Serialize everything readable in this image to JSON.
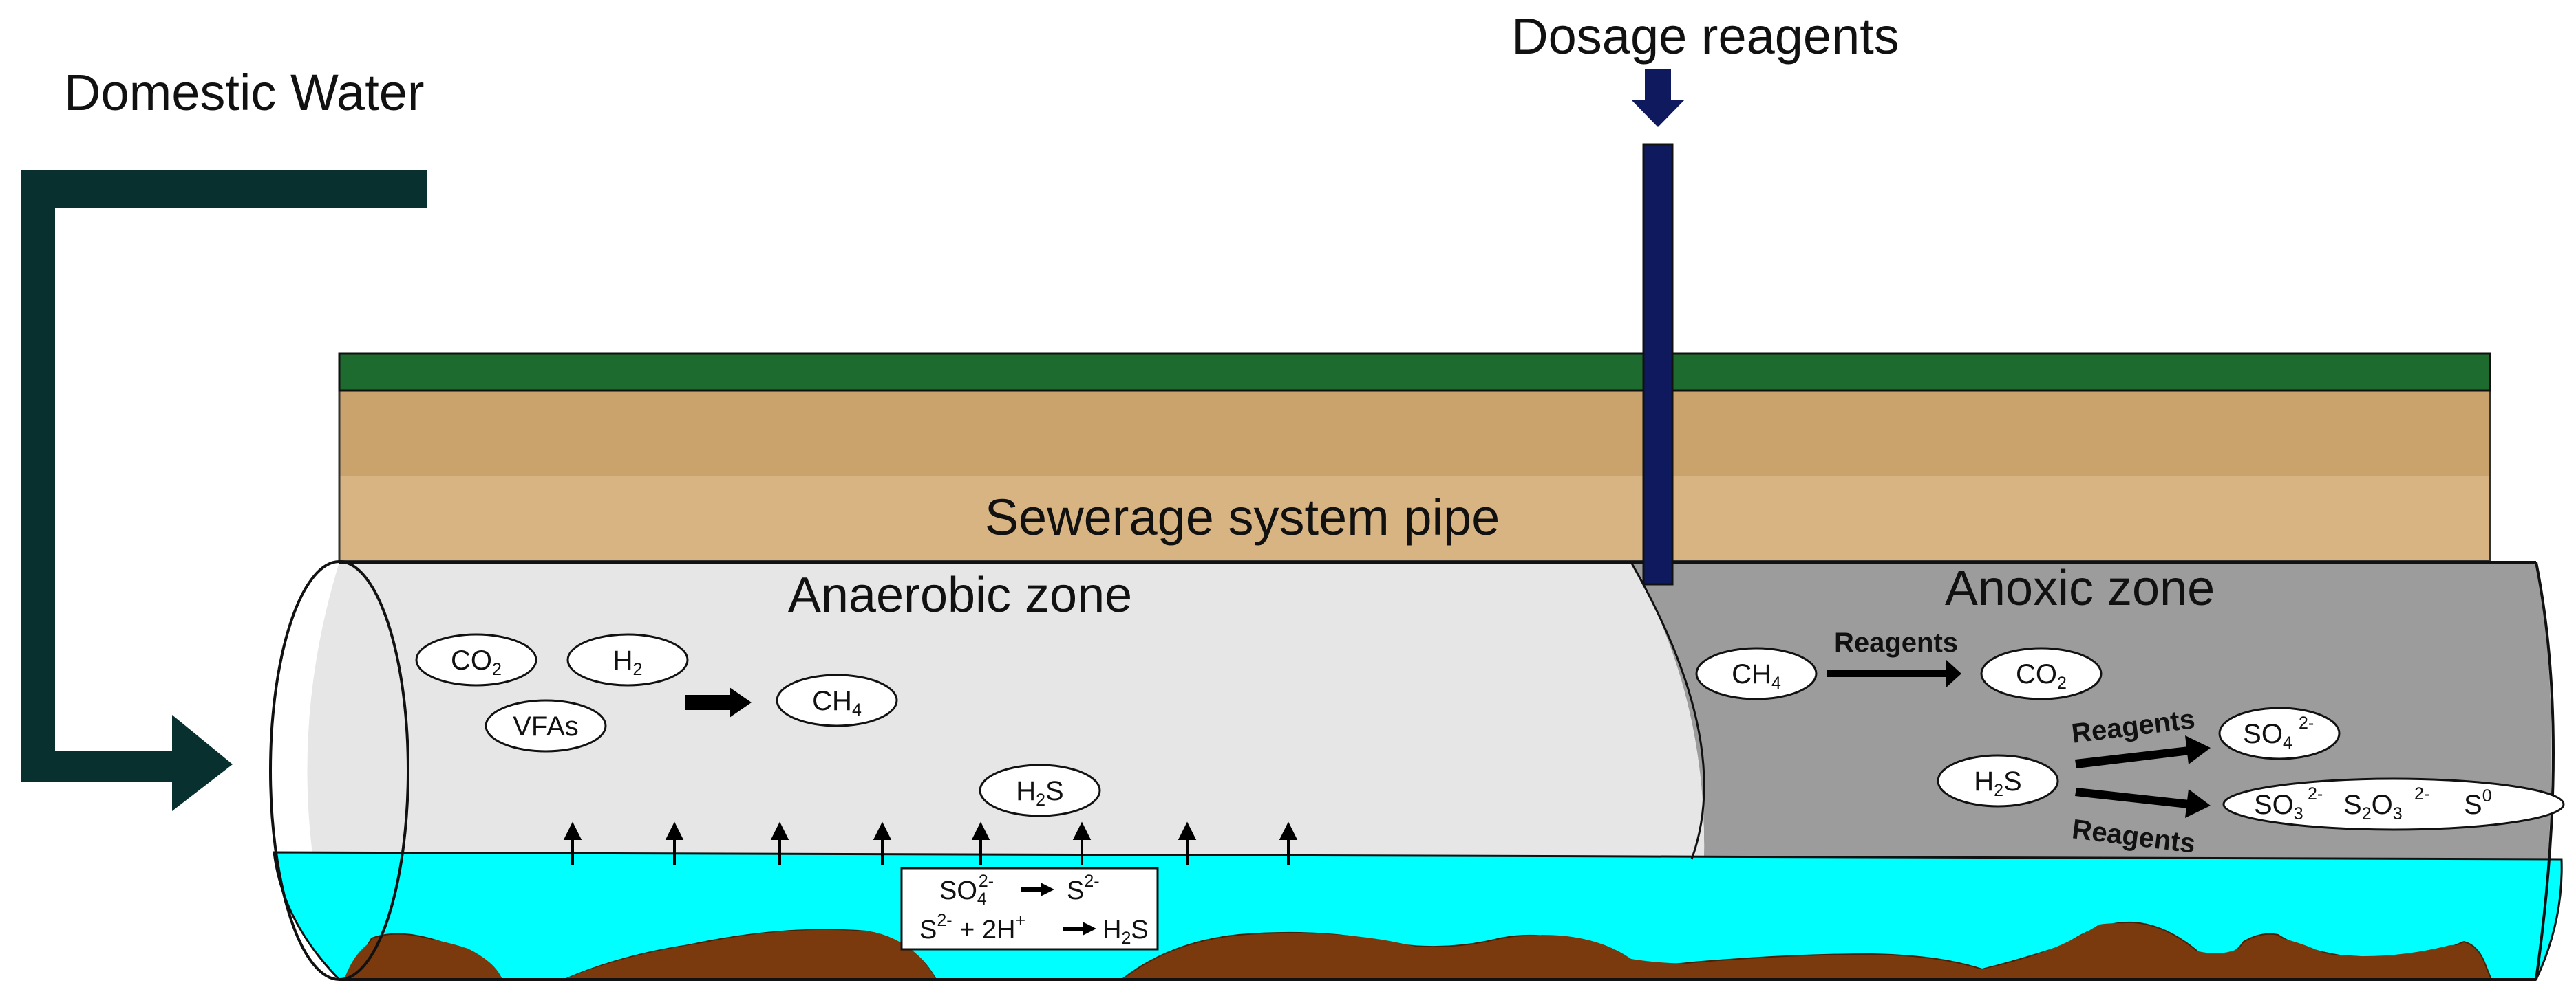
{
  "labels": {
    "domestic_water": "Domestic Water",
    "dosage_reagents": "Dosage reagents",
    "pipe_title": "Sewerage system pipe",
    "anaerobic_zone": "Anaerobic zone",
    "anoxic_zone": "Anoxic zone"
  },
  "species": {
    "co2": {
      "base": "CO",
      "sub": "2"
    },
    "h2": {
      "base": "H",
      "sub": "2"
    },
    "vfas": "VFAs",
    "ch4": {
      "base": "CH",
      "sub": "4"
    },
    "h2s": {
      "base": "H",
      "sub": "2",
      "rest": "S"
    },
    "so4": {
      "base": "SO",
      "sub": "4",
      "sup": "2-"
    },
    "so3": {
      "base": "SO",
      "sub": "3",
      "sup": "2-"
    },
    "s2o3": {
      "s": "S",
      "s_sub": "2",
      "o": "O",
      "o_sub": "3",
      "sup": "2-"
    },
    "s0": {
      "base": "S",
      "sup": "0"
    },
    "s2": {
      "base": "S",
      "sup": "2-"
    }
  },
  "reaction_box": {
    "line2_prefix": "S",
    "line2_sup": "2-",
    "line2_mid": " + 2H",
    "line2_plus": "+"
  },
  "arrows": {
    "reagents": "Reagents"
  },
  "colors": {
    "grass": "#1e6b30",
    "soil_dark": "#c9a26c",
    "soil_light": "#d8b483",
    "anaerobic": "#e6e6e6",
    "anoxic": "#9c9c9c",
    "water": "#00ffff",
    "sediment": "#7a3a0e",
    "inlet_pipe": "#07302f",
    "dosage_pipe": "#0f1a5e"
  }
}
